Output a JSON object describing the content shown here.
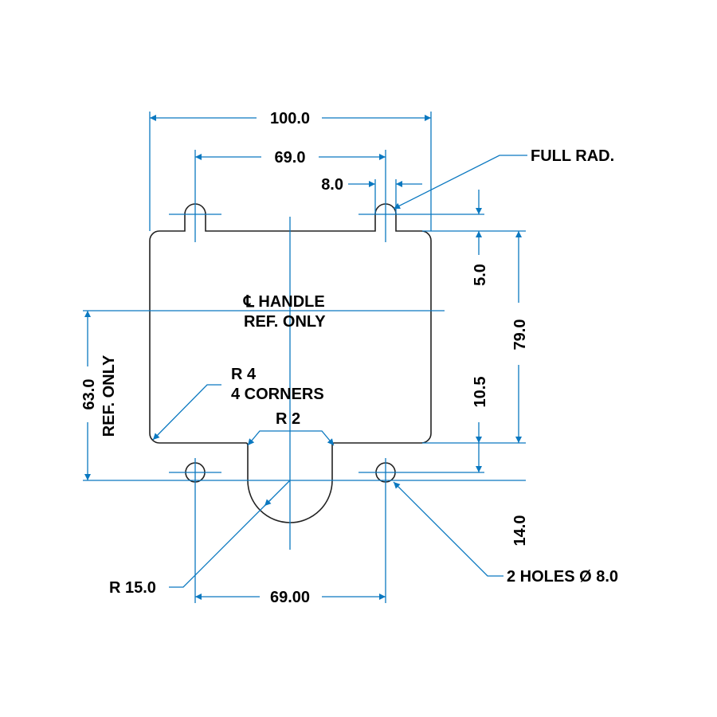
{
  "drawing": {
    "dimensions": {
      "overall_width": "100.0",
      "tab_spacing": "69.0",
      "tab_width": "8.0",
      "tab_height": "5.0",
      "overall_height": "79.0",
      "handle_offset": "10.5",
      "handle_ref": "63.0",
      "handle_ref_note": "REF. ONLY",
      "hole_offset": "14.0",
      "hole_spacing": "69.00"
    },
    "notes": {
      "full_rad": "FULL RAD.",
      "handle_line1": "℄ HANDLE",
      "handle_line2": "REF. ONLY",
      "corner_line1": "R 4",
      "corner_line2": "4 CORNERS",
      "fillet": "R 2",
      "handle_radius": "R 15.0",
      "holes": "2 HOLES Ø 8.0"
    },
    "colors": {
      "dimension": "#0a78c0",
      "part": "#222222"
    }
  }
}
